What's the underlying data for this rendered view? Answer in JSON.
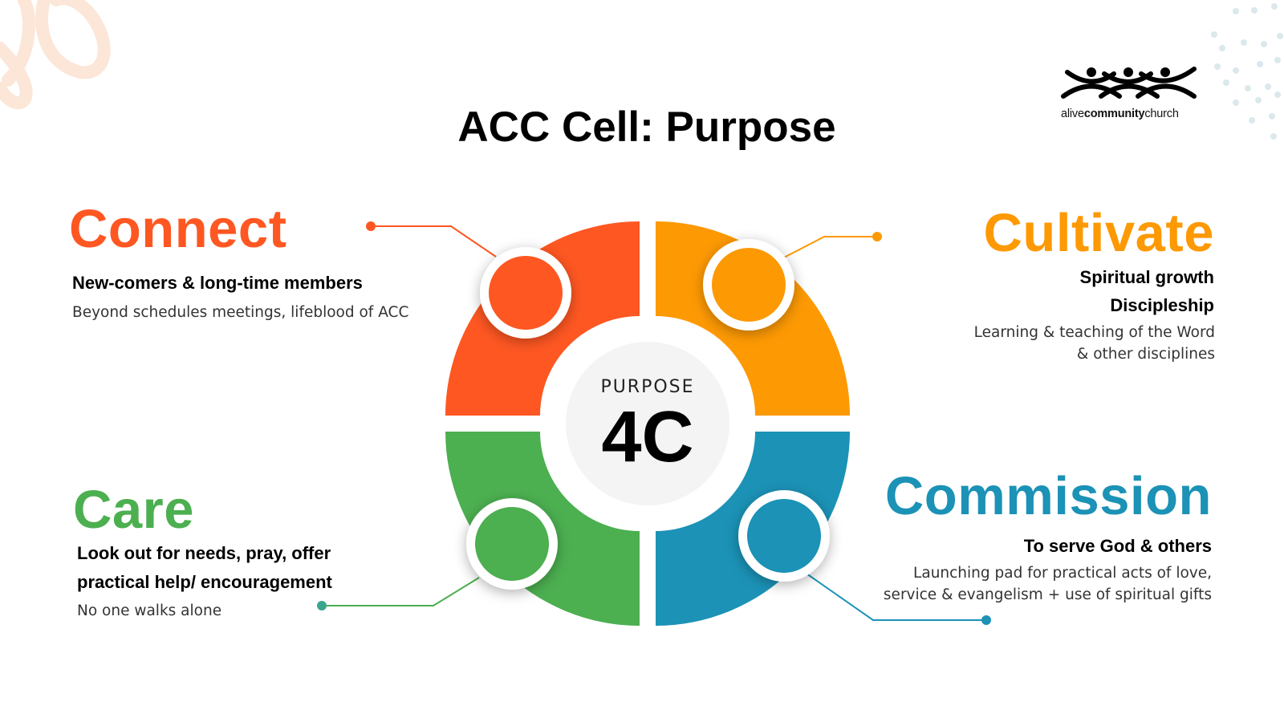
{
  "title": "ACC Cell: Purpose",
  "logo": {
    "prefix": "alive",
    "bold": "community",
    "suffix": "church"
  },
  "center": {
    "label": "PURPOSE",
    "big": "4C"
  },
  "sections": {
    "connect": {
      "heading": "Connect",
      "subtitle": "New-comers & long-time members",
      "description": "Beyond schedules meetings, lifeblood of ACC",
      "color": "#FE5722"
    },
    "cultivate": {
      "heading": "Cultivate",
      "subtitle_lines": [
        "Spiritual growth",
        "Discipleship"
      ],
      "description_lines": [
        "Learning & teaching of the Word",
        "& other disciplines"
      ],
      "color": "#FD9903"
    },
    "care": {
      "heading": "Care",
      "subtitle_lines": [
        "Look out for needs, pray, offer",
        "practical help/ encouragement"
      ],
      "description": "No one walks alone",
      "color": "#4CAF50"
    },
    "commission": {
      "heading": "Commission",
      "subtitle": "To serve God & others",
      "description_lines": [
        "Launching pad for practical acts of love,",
        "service & evangelism + use of spiritual gifts"
      ],
      "color": "#1B92B6"
    }
  }
}
